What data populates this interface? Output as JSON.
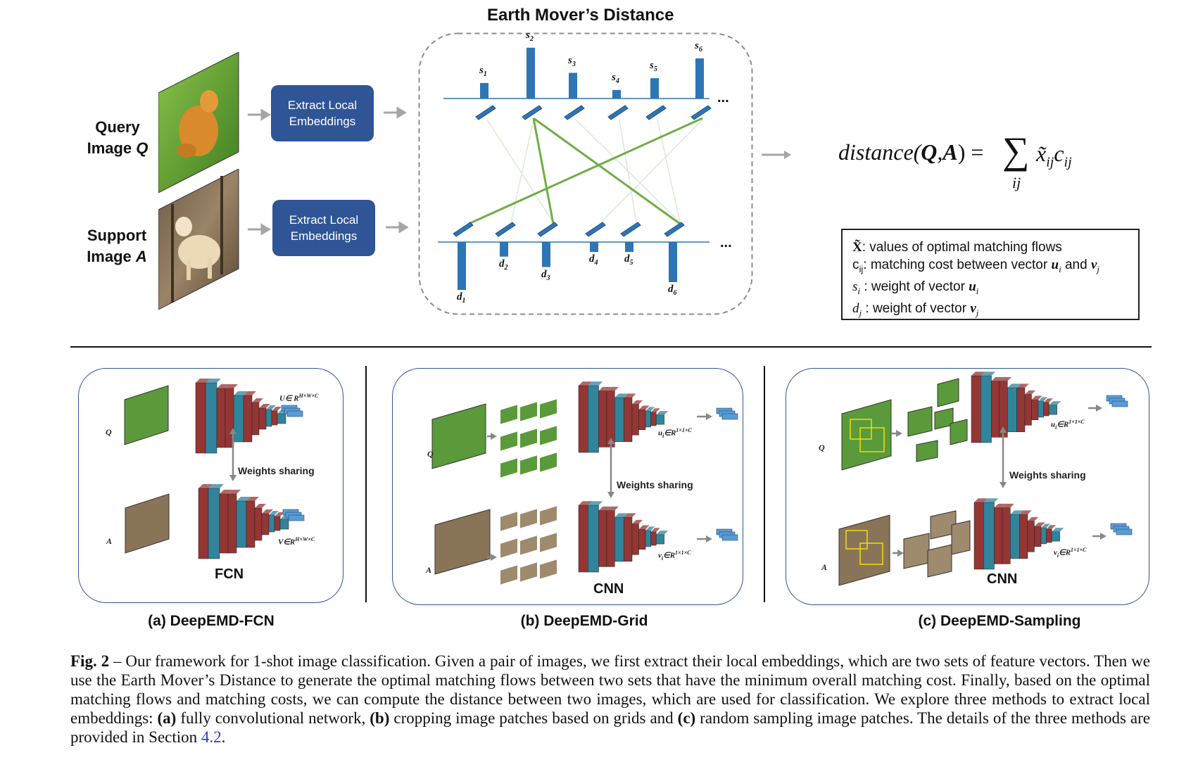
{
  "top": {
    "emd_title": "Earth Mover’s Distance",
    "query_label_1": "Query",
    "query_label_2": "Image",
    "query_var": "Q",
    "support_label_1": "Support",
    "support_label_2": "Image",
    "support_var": "A",
    "extract_btn_1": "Extract Local\nEmbeddings",
    "extract_btn_2": "Extract Local\nEmbeddings",
    "s_labels": [
      "s",
      "s",
      "s",
      "s",
      "s",
      "s"
    ],
    "s_subs": [
      "1",
      "2",
      "3",
      "4",
      "5",
      "6"
    ],
    "d_labels": [
      "d",
      "d",
      "d",
      "d",
      "d",
      "d"
    ],
    "d_subs": [
      "1",
      "2",
      "3",
      "4",
      "5",
      "6"
    ],
    "s_weights": [
      0.29,
      0.95,
      0.48,
      0.16,
      0.38,
      0.75
    ],
    "d_weights": [
      0.92,
      0.28,
      0.48,
      0.19,
      0.19,
      0.77
    ],
    "ellipsis": "...",
    "formula_lhs": "distance(",
    "formula_q": "Q",
    "formula_comma": ",",
    "formula_a": "A",
    "formula_close": ") =",
    "formula_sigma": "∑",
    "formula_sub": "ij",
    "formula_rhs_x": "x̃",
    "formula_rhs_ij": "ij",
    "formula_rhs_c": "c",
    "formula_rhs_cij": "ij"
  },
  "legend": {
    "line1_sym": "X̃",
    "line1_text": ": values of optimal matching flows",
    "line2_sym": "c",
    "line2_sub": "ij",
    "line2_text": ": matching cost between vector",
    "line2_u": "u",
    "line2_u_sub": "i",
    "line2_and": "and",
    "line2_v": "v",
    "line2_v_sub": "j",
    "line3_sym": "s",
    "line3_sub": "i",
    "line3_text": ": weight of vector",
    "line3_u": "u",
    "line3_u_sub": "i",
    "line4_sym": "d",
    "line4_sub": "j",
    "line4_text": ": weight of vector",
    "line4_v": "v",
    "line4_v_sub": "j"
  },
  "panels": {
    "a": {
      "label": "(a) DeepEMD-FCN",
      "net": "FCN",
      "ws": "Weights sharing",
      "q": "Q",
      "a": "A",
      "u": "U∈ R",
      "u_sup": "H×W×C",
      "v": "V∈R",
      "v_sup": "H×W×C"
    },
    "b": {
      "label": "(b) DeepEMD-Grid",
      "net": "CNN",
      "ws": "Weights sharing",
      "q": "Q",
      "a": "A",
      "u": "u",
      "u_sub": "i",
      "u_rest": "∈R",
      "u_sup": "1×1×C",
      "v": "v",
      "v_sub": "i",
      "v_rest": "∈R",
      "v_sup": "1×1×C"
    },
    "c": {
      "label": "(c) DeepEMD-Sampling",
      "net": "CNN",
      "ws": "Weights sharing",
      "q": "Q",
      "a": "A",
      "u": "u",
      "u_sub": "i",
      "u_rest": "∈R",
      "u_sup": "1×1×C",
      "v": "v",
      "v_sub": "i",
      "v_rest": "∈R",
      "v_sup": "1×1×C"
    }
  },
  "caption": {
    "fig": "Fig. 2",
    "dash": " – ",
    "t1": "Our framework for 1-shot image classification. Given a pair of images, we first extract their local embeddings, which are two sets of feature vectors. Then we use the Earth Mover’s Distance to generate the optimal matching flows between two sets that have the minimum overall matching cost. Finally, based on the optimal matching flows and matching costs, we can compute the distance between two images, which are used for classification. We explore three methods to extract local embeddings: ",
    "a": "(a)",
    "t2": " fully convolutional network, ",
    "b": "(b)",
    "t3": " cropping image patches based on grids and ",
    "c": "(c)",
    "t4": " random sampling image patches. The details of the three methods are provided in Section ",
    "ref": "4.2",
    "t5": "."
  },
  "colors": {
    "accent_blue": "#2f5597",
    "bar_blue": "#2e75b6",
    "flow_green": "#70ad47",
    "net_red": "#943634",
    "net_teal": "#31849b",
    "grass": "#5b9a3a"
  }
}
